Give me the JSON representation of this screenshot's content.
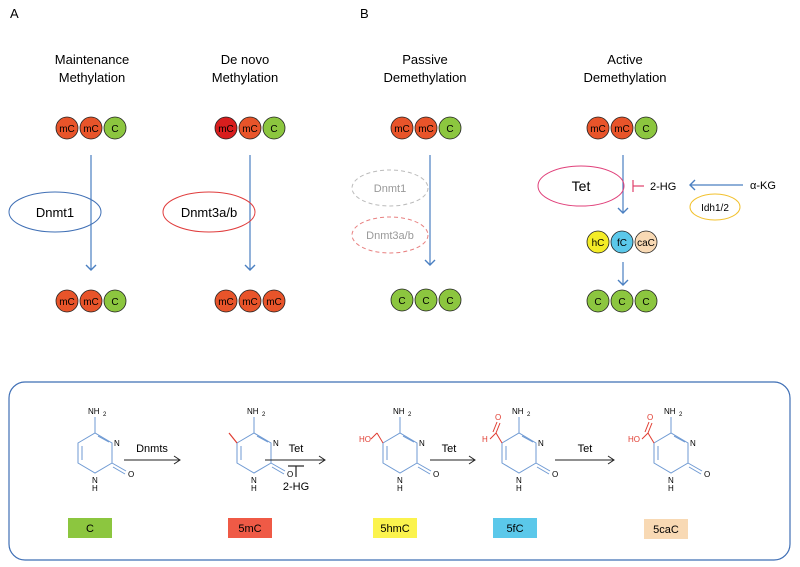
{
  "panels": {
    "a_label": "A",
    "b_label": "B"
  },
  "columns": [
    {
      "title_line1": "Maintenance",
      "title_line2": "Methylation",
      "top_circles": [
        "mC",
        "mC",
        "C"
      ],
      "enzyme": "Dnmt1",
      "bottom_circles": [
        "mC",
        "mC",
        "C"
      ]
    },
    {
      "title_line1": "De novo",
      "title_line2": "Methylation",
      "top_circles": [
        "mC",
        "mC",
        "C"
      ],
      "enzyme": "Dnmt3a/b",
      "bottom_circles": [
        "mC",
        "mC",
        "mC"
      ]
    },
    {
      "title_line1": "Passive",
      "title_line2": "Demethylation",
      "top_circles": [
        "mC",
        "mC",
        "C"
      ],
      "enzymes_dashed": [
        "Dnmt1",
        "Dnmt3a/b"
      ],
      "bottom_circles": [
        "C",
        "C",
        "C"
      ]
    },
    {
      "title_line1": "Active",
      "title_line2": "Demethylation",
      "top_circles": [
        "mC",
        "mC",
        "C"
      ],
      "enzyme": "Tet",
      "inhibitor": "2-HG",
      "source": "α-KG",
      "source_enzyme": "Idh1/2",
      "middle_circles": [
        "hC",
        "fC",
        "caC"
      ],
      "bottom_circles": [
        "C",
        "C",
        "C"
      ]
    }
  ],
  "pathway": {
    "molecules": [
      {
        "label": "C",
        "color": "#8cc63f",
        "substituent": "",
        "substituent_color": ""
      },
      {
        "label": "5mC",
        "color": "#ef5a46",
        "substituent": "",
        "substituent_color": "#e03c31"
      },
      {
        "label": "5hmC",
        "color": "#fbf34d",
        "substituent": "HO",
        "substituent_color": "#e03c31"
      },
      {
        "label": "5fC",
        "color": "#5bc8ea",
        "substituent": "H",
        "substituent_color": "#e03c31"
      },
      {
        "label": "5caC",
        "color": "#f8d9b4",
        "substituent": "HO",
        "substituent_color": "#e03c31"
      }
    ],
    "atoms": {
      "nh2": "NH",
      "nh2_sub": "2",
      "ring_n": "N",
      "ring_nh": "N",
      "ring_h": "H",
      "carbonyl_o": "O",
      "aldehyde_o": "O",
      "acid_o": "O"
    },
    "arrows": [
      "Dnmts",
      "Tet",
      "Tet",
      "Tet"
    ],
    "inhibitor_label": "2-HG"
  },
  "colors": {
    "mC": "#e8542a",
    "mC_dark": "#d81e1e",
    "C": "#8cc63f",
    "hC": "#f4ec27",
    "fC": "#5bc8ea",
    "caC": "#f8d9b4",
    "arrow": "#4a7fc1",
    "ring": "#6f9ad3",
    "inhibit": "#e0406a"
  }
}
